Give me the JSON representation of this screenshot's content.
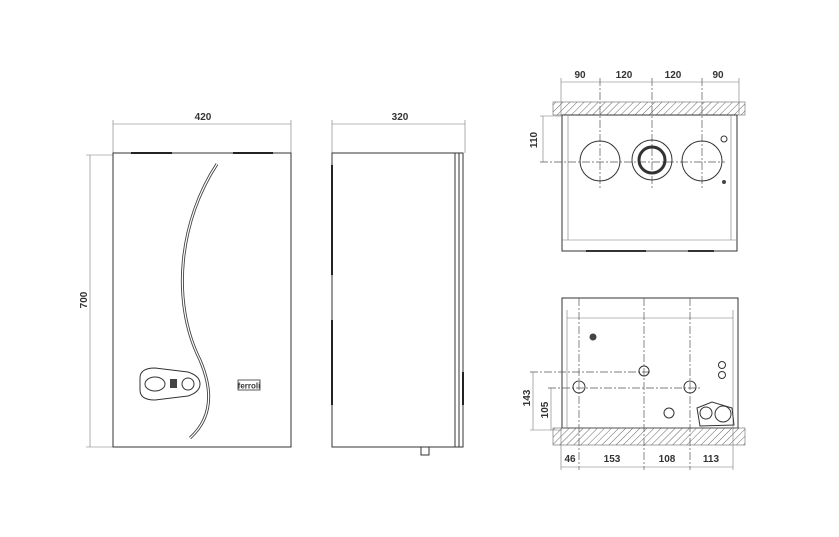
{
  "front_view": {
    "width_label": "420",
    "height_label": "700",
    "logo_text": "ferroli"
  },
  "side_view": {
    "depth_label": "320"
  },
  "top_view": {
    "spacing_labels": [
      "90",
      "120",
      "120",
      "90"
    ],
    "offset_label": "110"
  },
  "bottom_view": {
    "spacing_labels": [
      "46",
      "153",
      "108",
      "113"
    ],
    "height_labels": [
      "143",
      "105"
    ]
  }
}
